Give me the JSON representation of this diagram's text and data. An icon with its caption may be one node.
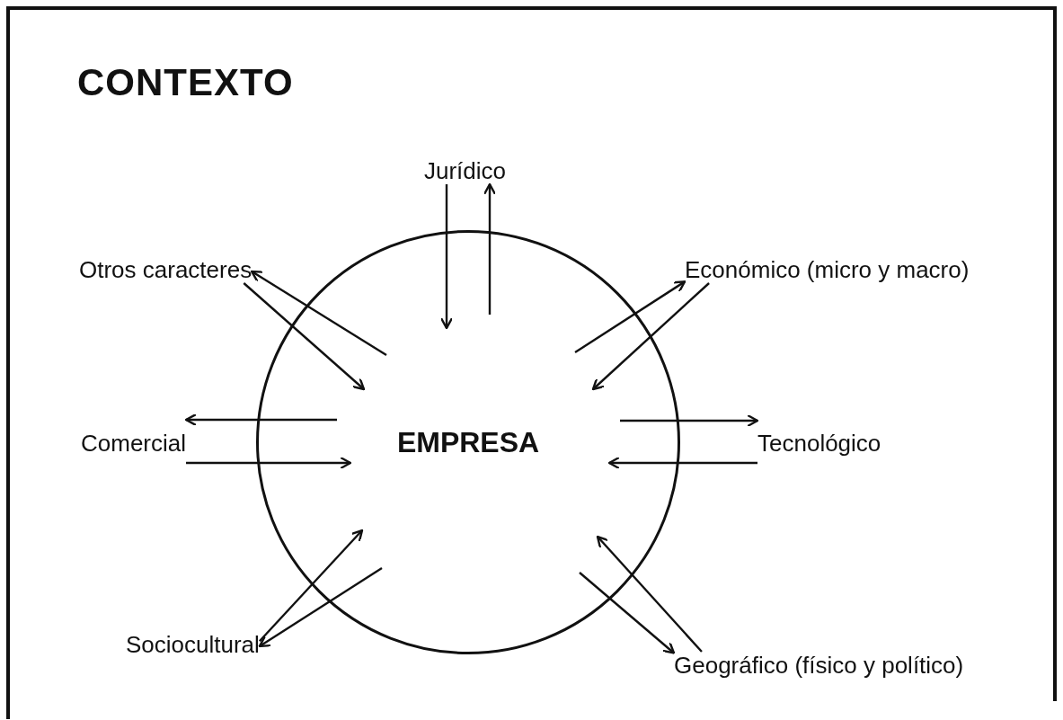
{
  "diagram": {
    "title": "CONTEXTO",
    "nodes": [
      {
        "text": [],
        "shape": "circle"
      },
      {
        "text": [
          "EMPRESA"
        ],
        "in": 0
      },
      {
        "text": [
          "Jurídico"
        ]
      },
      {
        "text": [
          "Otros caracteres"
        ]
      },
      {
        "text": [
          "Económico (micro y macro)"
        ]
      },
      {
        "text": [
          "Comercial"
        ]
      },
      {
        "text": [
          "Tecnológico"
        ]
      },
      {
        "text": [
          "Sociocultural"
        ]
      },
      {
        "text": [
          "Geográfico (físico y político)"
        ]
      }
    ],
    "edges": [
      {
        "from": 2,
        "to": null,
        "arrow": "to"
      },
      {
        "from": null,
        "to": 2,
        "arrow": "to"
      },
      {
        "from": null,
        "to": 3,
        "arrow": "to"
      },
      {
        "from": 3,
        "to": null,
        "arrow": "to"
      },
      {
        "from": null,
        "to": 4,
        "arrow": "to"
      },
      {
        "from": 4,
        "to": null,
        "arrow": "to"
      },
      {
        "from": null,
        "to": 5,
        "arrow": "to"
      },
      {
        "from": 5,
        "to": null,
        "arrow": "to"
      },
      {
        "from": null,
        "to": 6,
        "arrow": "to"
      },
      {
        "from": 6,
        "to": null,
        "arrow": "to"
      },
      {
        "from": 7,
        "to": null,
        "arrow": "to"
      },
      {
        "from": null,
        "to": 7,
        "arrow": "to"
      },
      {
        "from": 8,
        "to": null,
        "arrow": "to"
      },
      {
        "from": null,
        "to": 8,
        "arrow": "to"
      }
    ]
  }
}
